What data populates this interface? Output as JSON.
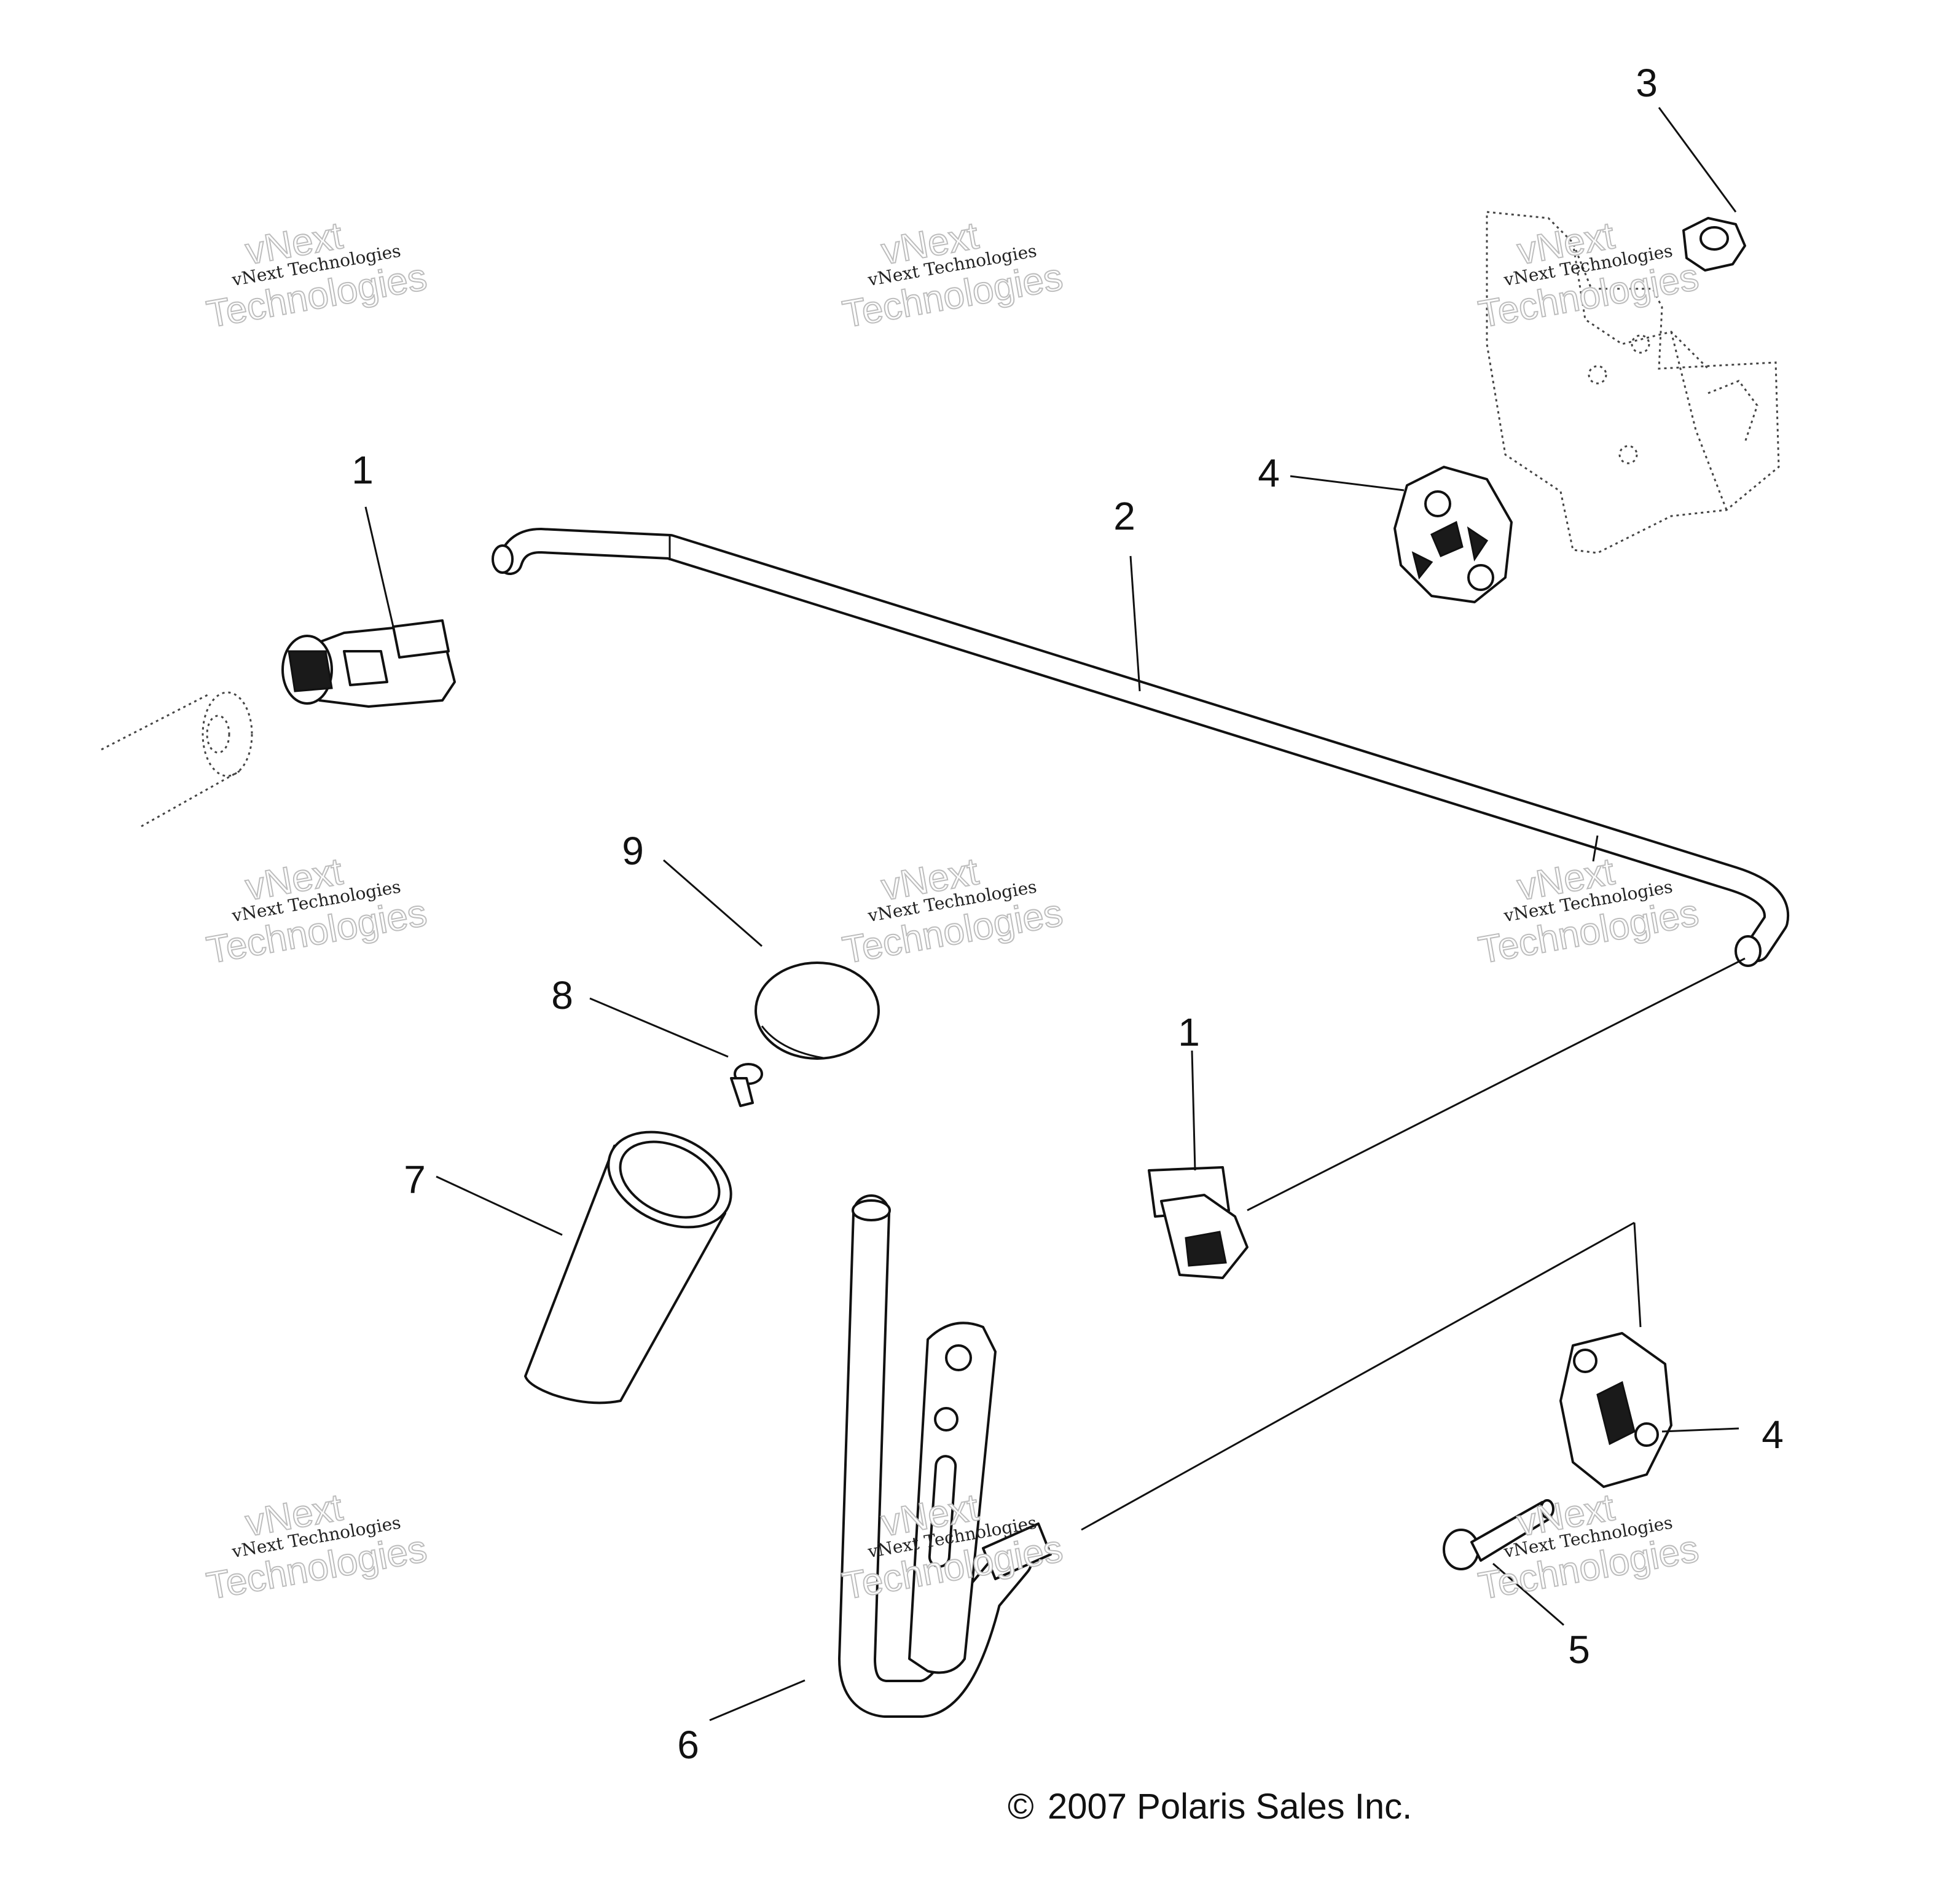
{
  "callouts": {
    "c1a": "1",
    "c1b": "1",
    "c2": "2",
    "c3": "3",
    "c4a": "4",
    "c4b": "4",
    "c5": "5",
    "c6": "6",
    "c7": "7",
    "c8": "8",
    "c9": "9"
  },
  "copyright": {
    "symbol": "©",
    "text": "2007  Polaris Sales Inc."
  },
  "watermark": {
    "line1": "vNext",
    "line2": "vNext Technologies",
    "line3": "Technologies"
  }
}
